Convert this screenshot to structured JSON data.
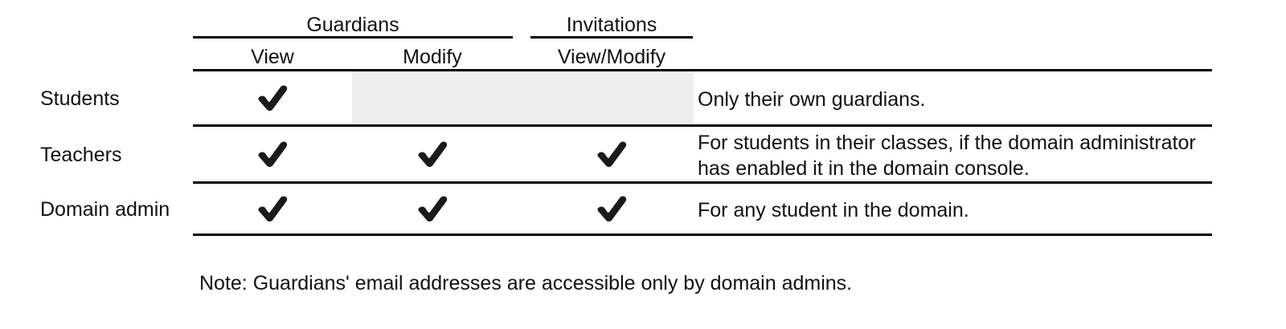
{
  "table": {
    "column_groups": [
      {
        "label": "Guardians"
      },
      {
        "label": "Invitations"
      }
    ],
    "columns": [
      {
        "label": "View"
      },
      {
        "label": "Modify"
      },
      {
        "label": "View/Modify"
      }
    ],
    "rows": [
      {
        "label": "Students",
        "view": "✔",
        "modify": "",
        "invitations": "",
        "description": "Only their own guardians."
      },
      {
        "label": "Teachers",
        "view": "✔",
        "modify": "✔",
        "invitations": "✔",
        "description": "For students in their classes, if the domain administrator has enabled it in the domain console.",
        "description_line1": "For students in their classes, if the domain administrator",
        "description_line2": "has enabled it in the domain console."
      },
      {
        "label": "Domain admin",
        "view": "✔",
        "modify": "✔",
        "invitations": "✔",
        "description": "For any student in the domain."
      }
    ]
  },
  "note": "Note: Guardians' email addresses are accessible only by domain admins.",
  "colors": {
    "rule": "#000000",
    "text": "#111111",
    "disabled_cell": "#eeeeee",
    "background": "#ffffff"
  }
}
